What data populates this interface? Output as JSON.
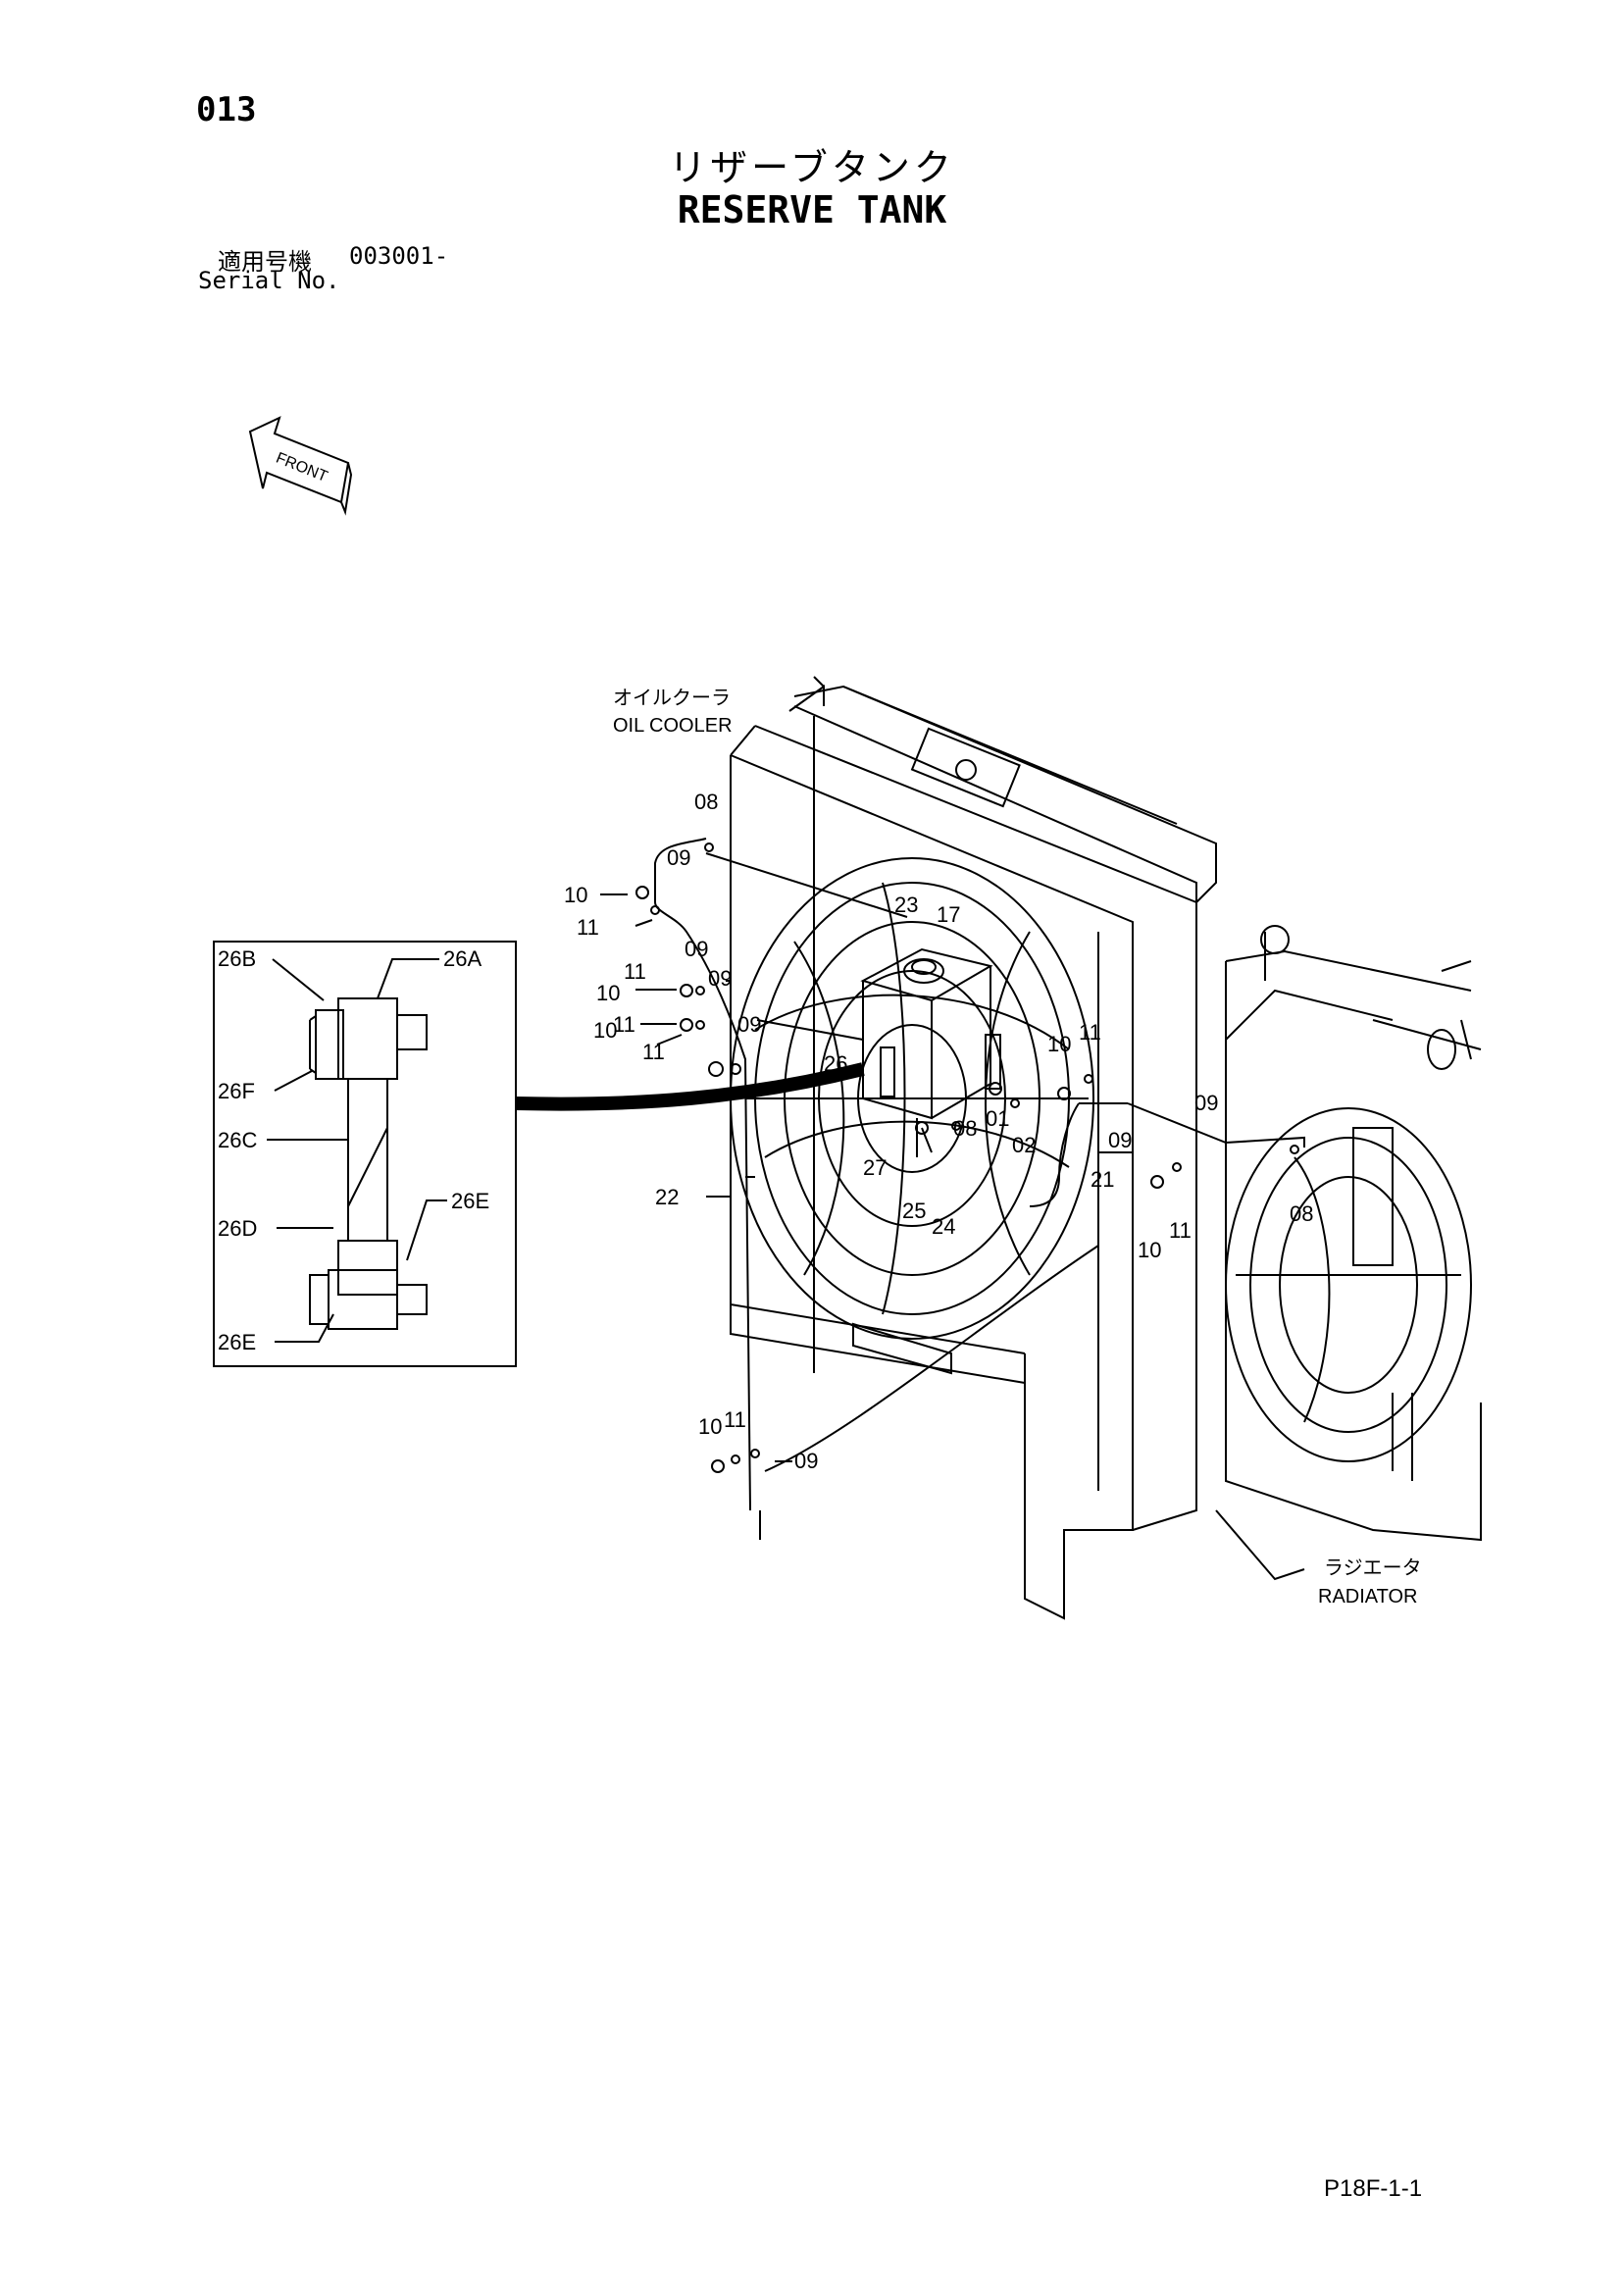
{
  "page_number": "013",
  "title_jp": "リザーブタンク",
  "title_en": "RESERVE TANK",
  "serial": {
    "label_jp": "適用号機",
    "label_en": "Serial No.",
    "value": "003001-"
  },
  "front_label": "FRONT",
  "components": {
    "oil_cooler_jp": "オイルクーラ",
    "oil_cooler_en": "OIL COOLER",
    "radiator_jp": "ラジエータ",
    "radiator_en": "RADIATOR"
  },
  "detail_callouts": [
    "26A",
    "26B",
    "26C",
    "26D",
    "26E",
    "26E",
    "26F"
  ],
  "part_callouts": [
    "08",
    "09",
    "10",
    "11",
    "09",
    "11",
    "09",
    "10",
    "11",
    "09",
    "10",
    "11",
    "26",
    "23",
    "17",
    "10",
    "11",
    "27",
    "25",
    "24",
    "08",
    "01",
    "02",
    "22",
    "21",
    "09",
    "09",
    "10",
    "11",
    "08",
    "10",
    "11",
    "09"
  ],
  "footer_code": "P18F-1-1"
}
